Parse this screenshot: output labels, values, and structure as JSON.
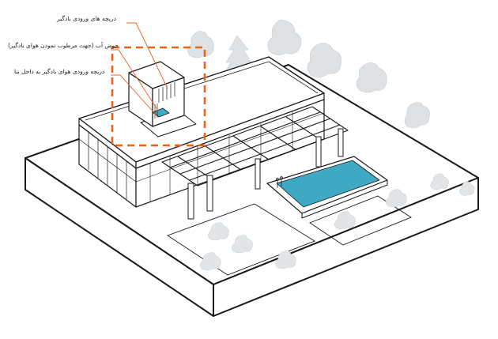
{
  "annotations": [
    {
      "id": "wind-catcher-inlet-grilles",
      "text": "دریچه های ورودی بادگیر"
    },
    {
      "id": "water-pool-humidify",
      "text": "حوض آب (جهت مرطوب نمودن هوای بادگیر)"
    },
    {
      "id": "inlet-vent-into-building",
      "text": "دریچه ورودی هوای بادگیر به داخل بنا"
    }
  ],
  "colors": {
    "annotation_line": "#e8641e",
    "highlight_box": "#e8641e",
    "pool_water": "#3fa9c4",
    "tree": "#d9dde0",
    "line": "#1a1a1a"
  },
  "icons": [
    "tree-icon",
    "pool-ladder-icon"
  ]
}
